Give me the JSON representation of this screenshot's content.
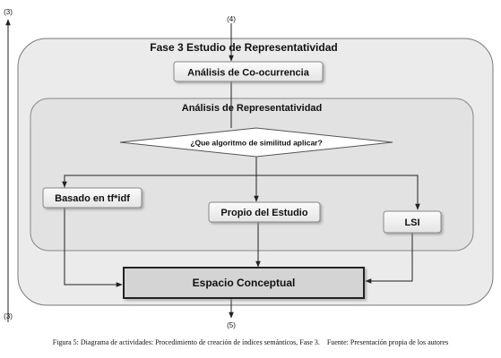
{
  "diagram": {
    "entry_marker": "(4)",
    "exit_marker": "(5)",
    "side_marker_top": "(3)",
    "side_marker_bottom": "(3)",
    "outer_title": "Fase 3 Estudio de Representatividad",
    "inner_title": "Análisis de Representatividad",
    "nodes": {
      "cooccurrence": "Análisis de Co-ocurrencia",
      "decision": "¿Que algoritmo de similitud aplicar?",
      "tfidf": "Basado en tf*idf",
      "propio": "Propio del Estudio",
      "lsi": "LSI",
      "espacio": "Espacio Conceptual"
    }
  },
  "caption": {
    "figure": "Figura 5: Diagrama de actividades: Procedimiento de creación de índices semánticos, Fase 3.",
    "source": "Fuente: Presentación propia de los autores"
  }
}
